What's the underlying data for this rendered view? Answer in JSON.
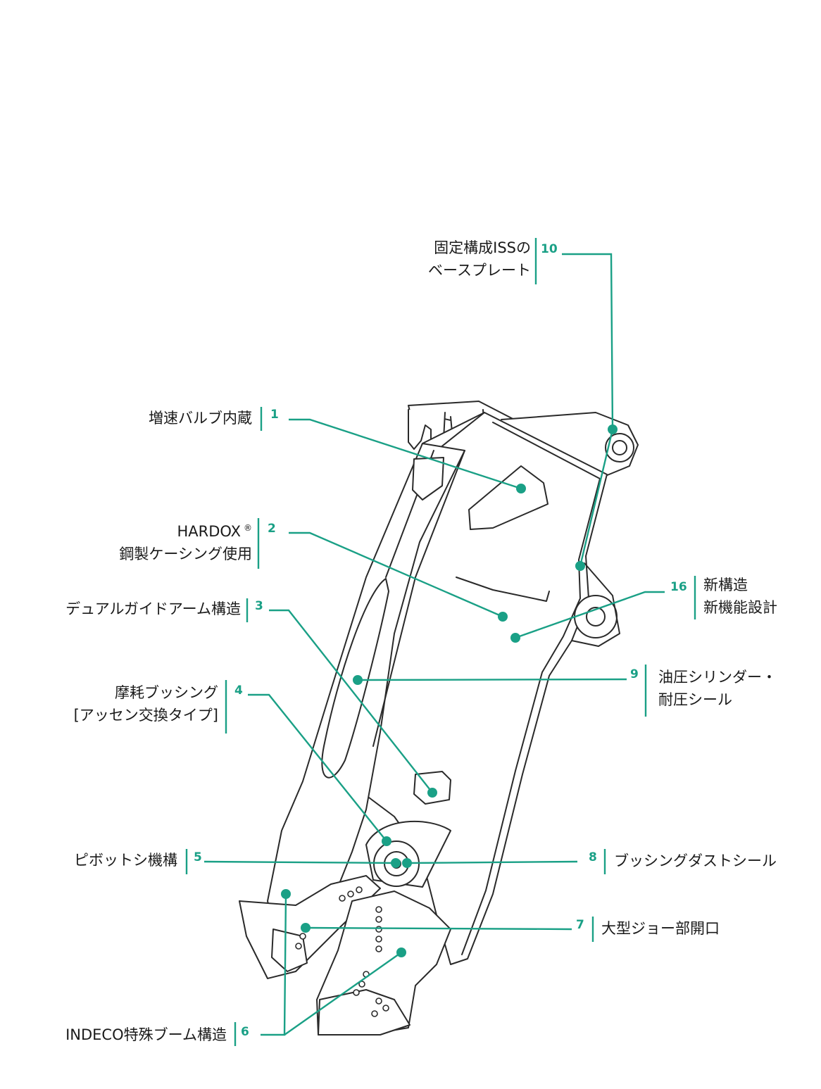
{
  "colors": {
    "accent": "#1aa086",
    "line": "#2a2a2a",
    "text": "#1a1a1a",
    "background": "#ffffff"
  },
  "callouts": {
    "c1": {
      "number": "1",
      "lines": [
        "増速バルブ内蔵"
      ]
    },
    "c2": {
      "number": "2",
      "lines": [
        "HARDOX",
        "鋼製ケーシング使用"
      ],
      "reg_mark": "®"
    },
    "c3": {
      "number": "3",
      "lines": [
        "デュアルガイドアーム構造"
      ]
    },
    "c4": {
      "number": "4",
      "lines": [
        "摩耗ブッシング",
        "[アッセン交換タイプ]"
      ]
    },
    "c5": {
      "number": "5",
      "lines": [
        "ピボットシ機構"
      ]
    },
    "c6": {
      "number": "6",
      "lines": [
        "INDECO特殊ブーム構造"
      ]
    },
    "c7": {
      "number": "7",
      "lines": [
        "大型ジョー部開口"
      ]
    },
    "c8": {
      "number": "8",
      "lines": [
        "ブッシングダストシール"
      ]
    },
    "c9": {
      "number": "9",
      "lines": [
        "油圧シリンダー・",
        "耐圧シール"
      ]
    },
    "c10": {
      "number": "10",
      "lines": [
        "固定構成ISSの",
        "ベースプレート"
      ]
    },
    "c16": {
      "number": "16",
      "lines": [
        "新構造",
        "新機能設計"
      ]
    }
  }
}
